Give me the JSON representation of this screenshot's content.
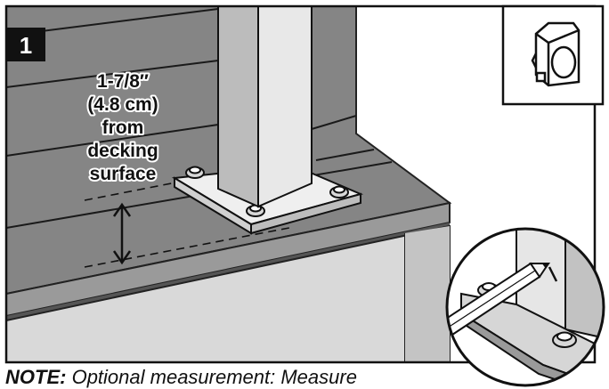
{
  "step": {
    "number": "1"
  },
  "measurement": {
    "imperial": "1-7/8″",
    "metric": "(4.8 cm)",
    "line3": "from",
    "line4": "decking",
    "line5": "surface"
  },
  "note": {
    "label": "NOTE:",
    "text": "Optional measurement: Measure"
  },
  "tool_icon": "tape-measure-icon",
  "detail_icon": "pencil-mark-detail"
}
